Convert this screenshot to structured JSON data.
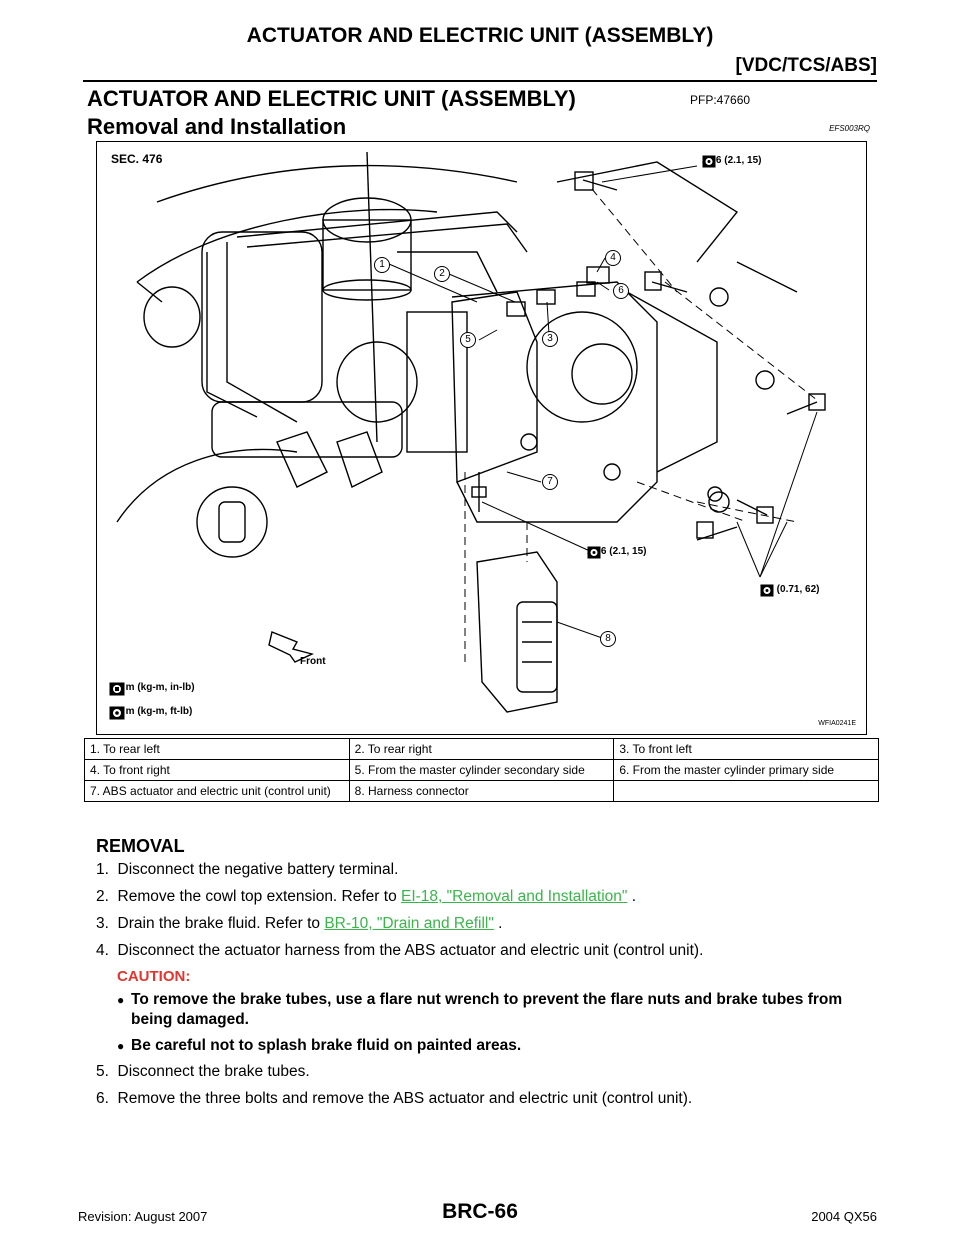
{
  "header": {
    "title": "ACTUATOR AND ELECTRIC UNIT (ASSEMBLY)",
    "section": "[VDC/TCS/ABS]"
  },
  "section": {
    "title": "ACTUATOR AND ELECTRIC UNIT (ASSEMBLY)",
    "code": "PFP:47660"
  },
  "subsection": {
    "title": "Removal and Installation",
    "code": "EFS003RQ"
  },
  "figure": {
    "sec_label": "SEC. 476",
    "torque_top": "20.6 (2.1, 15)",
    "torque_mid": "20.6 (2.1, 15)",
    "torque_right": "7.0 (0.71, 62)",
    "front_label": "Front",
    "legend_inlb": ": N·m (kg-m, in-lb)",
    "legend_ftlb": ": N·m (kg-m, ft-lb)",
    "figure_code": "WFIA0241E",
    "callouts": [
      "1",
      "2",
      "3",
      "4",
      "5",
      "6",
      "7",
      "8"
    ]
  },
  "parts": [
    [
      "1. To rear left",
      "2. To rear right",
      "3. To front left"
    ],
    [
      "4. To front right",
      "5. From the master cylinder secondary side",
      "6. From the master cylinder primary side"
    ],
    [
      "7. ABS actuator and electric unit (control unit)",
      "8. Harness connector",
      ""
    ]
  ],
  "removal": {
    "heading": "REMOVAL",
    "step1": "1.  Disconnect the negative battery terminal.",
    "step2_text": "2.  Remove the cowl top extension. Refer to ",
    "step2_link": "EI-18, \"Removal and Installation\"",
    "step2_end": " .",
    "step3_text": "3.  Drain the brake fluid. Refer to ",
    "step3_link": "BR-10, \"Drain and Refill\"",
    "step3_end": " .",
    "step4": "4.  Disconnect the actuator harness from the ABS actuator and electric unit (control unit).",
    "caution_label": "CAUTION:",
    "bullet1": "To remove the brake tubes, use a flare nut wrench to prevent the flare nuts and brake tubes from being damaged.",
    "bullet2": "Be careful not to splash brake fluid on painted areas.",
    "step5": "5.  Disconnect the brake tubes.",
    "step6": "6.  Remove the three bolts and remove the ABS actuator and electric unit (control unit)."
  },
  "footer": {
    "revision": "Revision: August 2007",
    "page": "BRC-66",
    "model": "2004 QX56"
  }
}
